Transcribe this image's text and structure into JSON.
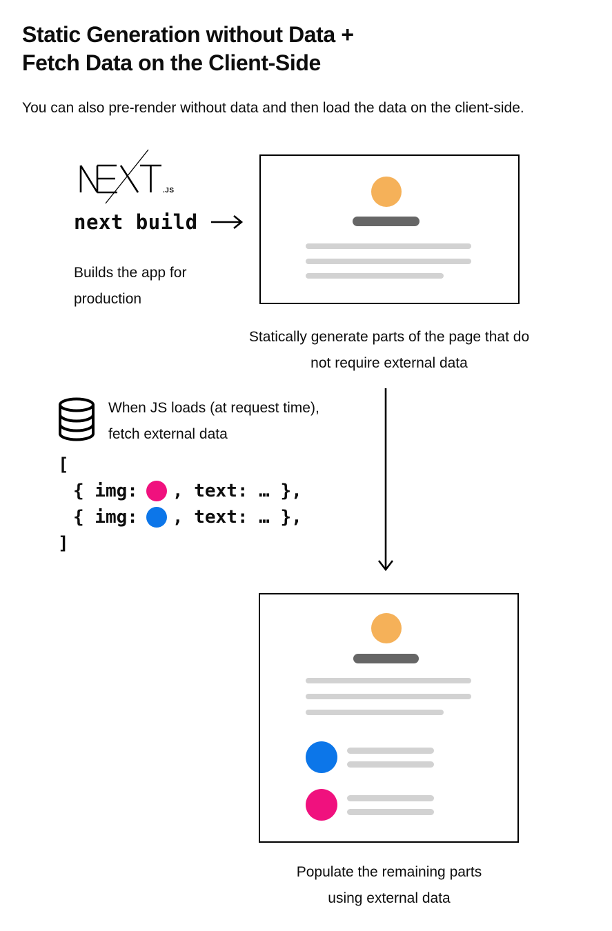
{
  "colors": {
    "text": "#0d0d0d",
    "border": "#000000",
    "orange": "#F5B159",
    "dark_gray": "#666666",
    "light_gray": "#D2D2D2",
    "blue": "#0C76E9",
    "pink": "#F0117E"
  },
  "header": {
    "title_line1": "Static Generation without Data +",
    "title_line2": "Fetch Data on the Client-Side",
    "subtitle": "You can also pre-render without data and then load the data on the client-side."
  },
  "build_step": {
    "logo_word": "NEXT.JS",
    "logo_suffix": ".JS",
    "command": "next build",
    "description_line1": "Builds the app for",
    "description_line2": "production"
  },
  "static_box_caption": {
    "line1": "Statically generate parts of the page that do",
    "line2": "not require external data"
  },
  "fetch_step": {
    "note_line1": "When JS loads (at request time),",
    "note_line2": "fetch external data",
    "code": {
      "open_bracket": "[",
      "row1_pre": "{ img:",
      "row1_post": ", text: … },",
      "row2_pre": "{ img:",
      "row2_post": ", text: … },",
      "close_bracket": "]"
    }
  },
  "populated_box_caption": {
    "line1": "Populate the remaining parts",
    "line2": "using external data"
  }
}
